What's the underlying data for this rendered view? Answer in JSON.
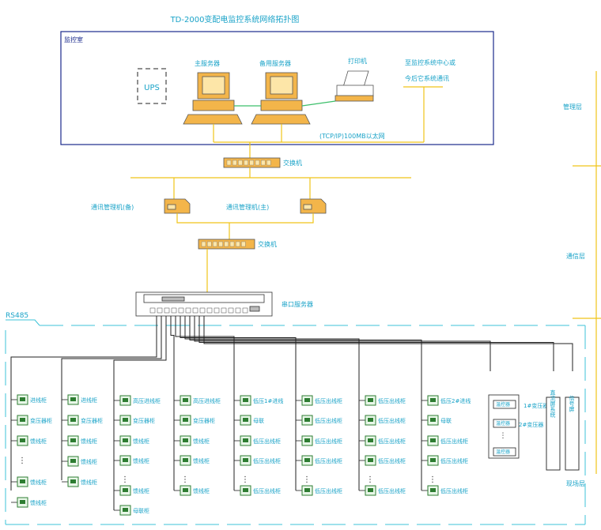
{
  "title": "TD-2000变配电监控系统网络拓扑图",
  "control_room": {
    "label": "监控室",
    "ups": "UPS",
    "primary_server": "主服务器",
    "backup_server": "备用服务器",
    "printer": "打印机",
    "remote_note_line1": "至监控系统中心或",
    "remote_note_line2": "今后它系统通讯",
    "ethernet": "(TCP/IP)100MB以太网"
  },
  "switch_label": "交换机",
  "switch2_label": "交换机",
  "comm_manager_backup": "通讯管理机(备)",
  "comm_manager_main": "通讯管理机(主)",
  "serial_server": "串口服务器",
  "rs485": "RS485",
  "layers": {
    "management": "管理层",
    "communication": "通信层",
    "field": "现场层"
  },
  "columns": [
    {
      "items": [
        "进线柜",
        "变压器柜",
        "馈线柜",
        "⋮",
        "馈线柜",
        "馈线柜"
      ]
    },
    {
      "items": [
        "进线柜",
        "变压器柜",
        "馈线柜",
        "馈线柜",
        "馈线柜"
      ]
    },
    {
      "items": [
        "高压进线柜",
        "变压器柜",
        "馈线柜",
        "馈线柜",
        "⋮",
        "馈线柜",
        "母联柜"
      ]
    },
    {
      "items": [
        "高压进线柜",
        "变压器柜",
        "馈线柜",
        "馈线柜",
        "⋮",
        "馈线柜"
      ]
    },
    {
      "items": [
        "低压1#进线",
        "母联",
        "低压出线柜",
        "低压出线柜",
        "⋮",
        "低压出线柜"
      ]
    },
    {
      "items": [
        "低压出线柜",
        "低压出线柜",
        "低压出线柜",
        "低压出线柜",
        "⋮",
        "低压出线柜"
      ]
    },
    {
      "items": [
        "低压出线柜",
        "低压出线柜",
        "低压出线柜",
        "低压出线柜",
        "⋮",
        "低压出线柜"
      ]
    },
    {
      "items": [
        "低压2#进线",
        "母联",
        "低压出线柜",
        "低压出线柜",
        "⋮",
        "低压出线柜"
      ]
    }
  ],
  "transformers": {
    "items": [
      "温控器",
      "温控器",
      "⋮",
      "温控器"
    ],
    "labels": [
      "1#变压器",
      "2#变压器"
    ]
  },
  "panels": [
    "直流屏系统",
    "信号屏"
  ],
  "colors": {
    "background": "#ffffff",
    "frame": "#1a2a8c",
    "text": "#1aa3c8",
    "net_line": "#f0c419",
    "dash": "#3cc3d8",
    "bus": "#222222",
    "device_fill": "#f3b54a"
  }
}
